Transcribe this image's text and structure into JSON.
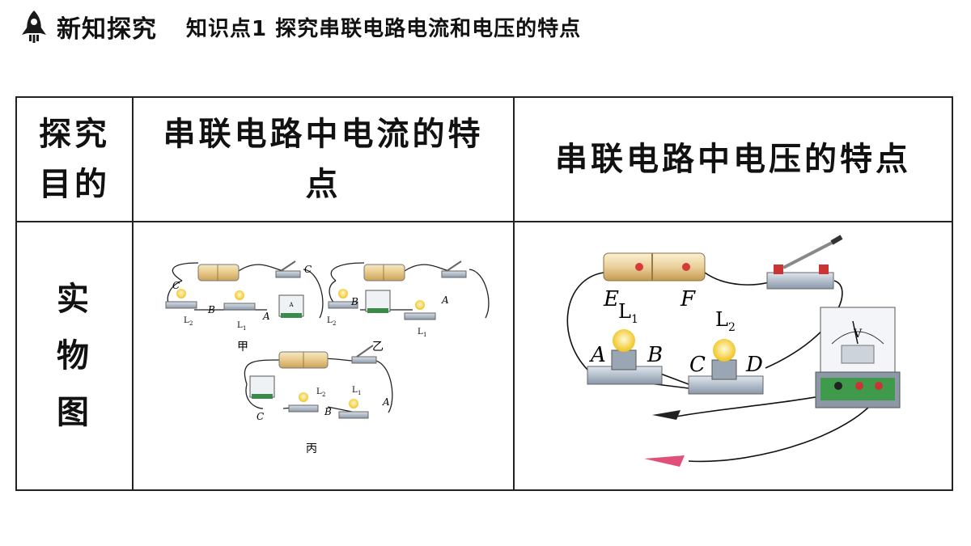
{
  "header": {
    "section": "新知探究",
    "subtitle": "知识点1  探究串联电路电流和电压的特点"
  },
  "table": {
    "purpose_label": "探究目的",
    "purpose_current": "串联电路中电流的特点",
    "purpose_voltage": "串联电路中电压的特点",
    "object_label": "实物图"
  },
  "figure_current": {
    "panel_labels": [
      "甲",
      "乙",
      "丙"
    ],
    "point_labels": [
      "A",
      "B",
      "C"
    ],
    "lamp_labels": [
      "L",
      "L"
    ],
    "lamp_subscripts": [
      "1",
      "2"
    ],
    "meter_symbol": "A"
  },
  "figure_voltage": {
    "battery_labels": [
      "E",
      "F"
    ],
    "point_labels": [
      "A",
      "B",
      "C",
      "D"
    ],
    "lamp_labels": [
      "L",
      "L"
    ],
    "lamp_subscripts": [
      "1",
      "2"
    ],
    "meter_symbol": "V"
  }
}
